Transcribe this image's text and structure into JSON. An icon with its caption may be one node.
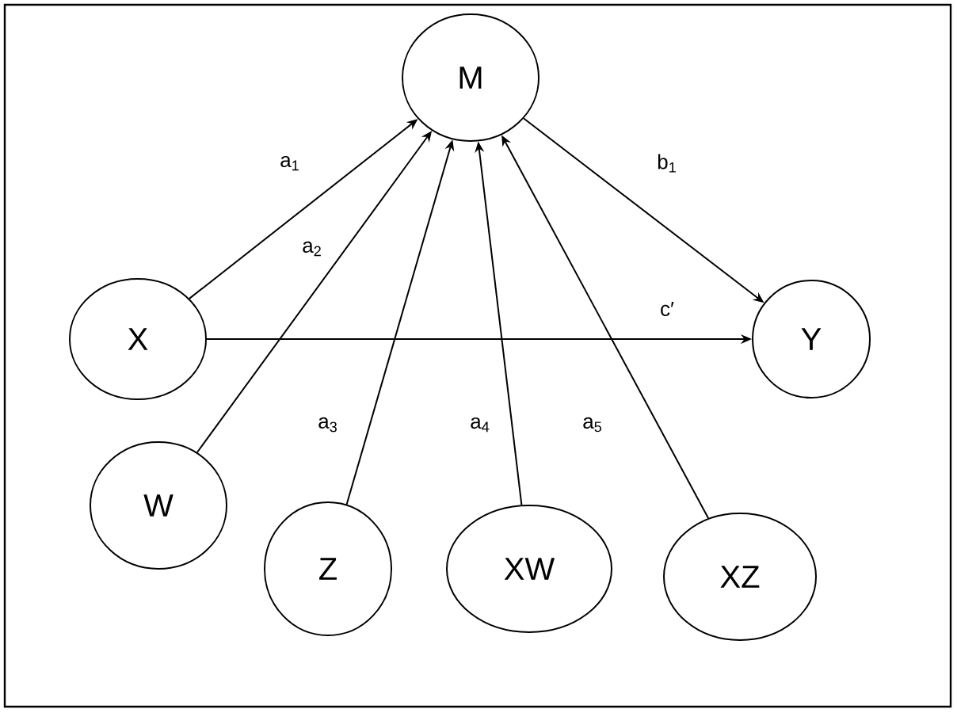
{
  "diagram": {
    "nodes": [
      {
        "text": [
          "M"
        ]
      },
      {
        "text": [
          "X"
        ]
      },
      {
        "text": [
          "Y"
        ]
      },
      {
        "text": [
          "W"
        ]
      },
      {
        "text": [
          "Z"
        ]
      },
      {
        "text": [
          "XW"
        ]
      },
      {
        "text": [
          "XZ"
        ]
      }
    ],
    "edges": [
      {
        "from": 1,
        "to": 0,
        "arrow": "to",
        "label": "a$_{1}$"
      },
      {
        "from": 3,
        "to": 0,
        "arrow": "to",
        "label": "a$_{2}$"
      },
      {
        "from": 4,
        "to": 0,
        "arrow": "to",
        "label": "a$_{3}$"
      },
      {
        "from": 5,
        "to": 0,
        "arrow": "to",
        "label": "a$_{4}$"
      },
      {
        "from": 6,
        "to": 0,
        "arrow": "to",
        "label": "a$_{5}$"
      },
      {
        "from": 0,
        "to": 2,
        "arrow": "to",
        "label": "b$_{1}$"
      },
      {
        "from": 1,
        "to": 2,
        "arrow": "to",
        "label": "c′"
      }
    ]
  }
}
